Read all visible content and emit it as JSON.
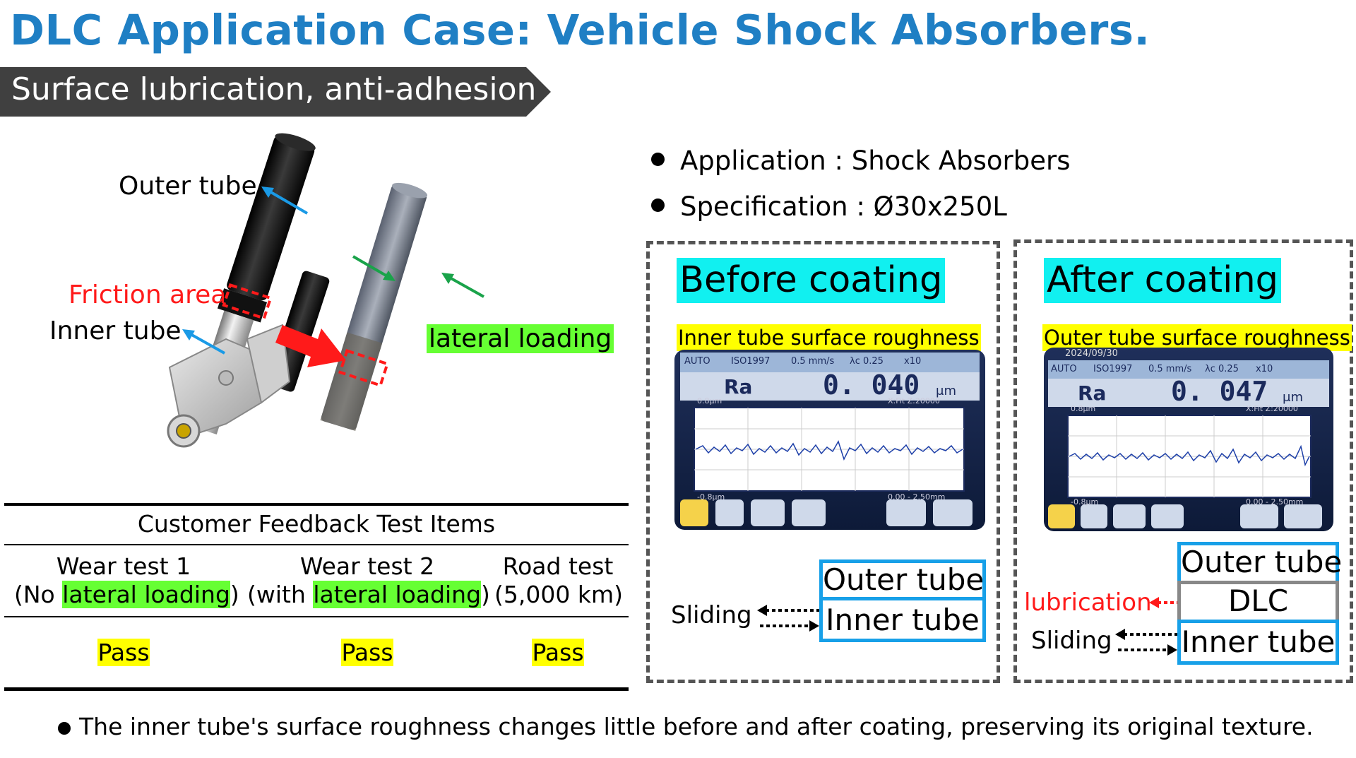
{
  "title": "DLC Application Case: Vehicle Shock Absorbers.",
  "banner": "Surface lubrication, anti-adhesion",
  "diagram": {
    "outer_tube": "Outer tube",
    "friction_area": "Friction area",
    "inner_tube": "Inner tube",
    "lateral_loading": "lateral loading"
  },
  "bullets": {
    "application": "Application : Shock Absorbers",
    "specification": "Specification : Ø30x250L"
  },
  "before": {
    "caption": "Before coating",
    "subcaption": "Inner tube surface roughness",
    "screen": {
      "top_left": "AUTO",
      "standard": "ISO1997",
      "speed": "0.5 mm/s",
      "cutoff": "λc 0.25",
      "mag": "x10",
      "param": "Ra",
      "value": "0. 040",
      "unit": "μm",
      "y_top": "0.8μm",
      "y_bottom": "-0.8μm",
      "fit": "X:Fit Z:20000",
      "range": "0.00 - 2.50mm"
    },
    "box_top": "Outer tube",
    "box_bottom": "Inner tube",
    "sliding": "Sliding"
  },
  "after": {
    "caption": "After coating",
    "subcaption": "Outer tube surface roughness",
    "screen": {
      "date": "2024/09/30",
      "top_left": "AUTO",
      "standard": "ISO1997",
      "speed": "0.5 mm/s",
      "cutoff": "λc 0.25",
      "mag": "x10",
      "param": "Ra",
      "value": "0. 047",
      "unit": "μm",
      "y_top": "0.8μm",
      "y_bottom": "-0.8μm",
      "fit": "X:Fit Z:20000",
      "range": "0.00 - 2.50mm"
    },
    "box_top": "Outer tube",
    "box_mid": "DLC",
    "box_bottom": "Inner tube",
    "lubrication": "lubrication",
    "sliding": "Sliding"
  },
  "table": {
    "title": "Customer Feedback Test Items",
    "columns": [
      {
        "line1": "Wear test 1",
        "pre": "(No ",
        "hl": "lateral loading",
        "post": ")",
        "result": "Pass"
      },
      {
        "line1": "Wear test 2",
        "pre": "(with ",
        "hl": "lateral loading",
        "post": ")",
        "result": "Pass"
      },
      {
        "line1": "Road test",
        "pre": "(5,000 km)",
        "hl": "",
        "post": "",
        "result": "Pass"
      }
    ]
  },
  "footer": "The inner tube's surface roughness changes little before and after coating, preserving its original texture.",
  "colors": {
    "title": "#1f7fc4",
    "banner": "#404040",
    "box_border": "#17a0e8",
    "friction": "#ff1a1a"
  }
}
